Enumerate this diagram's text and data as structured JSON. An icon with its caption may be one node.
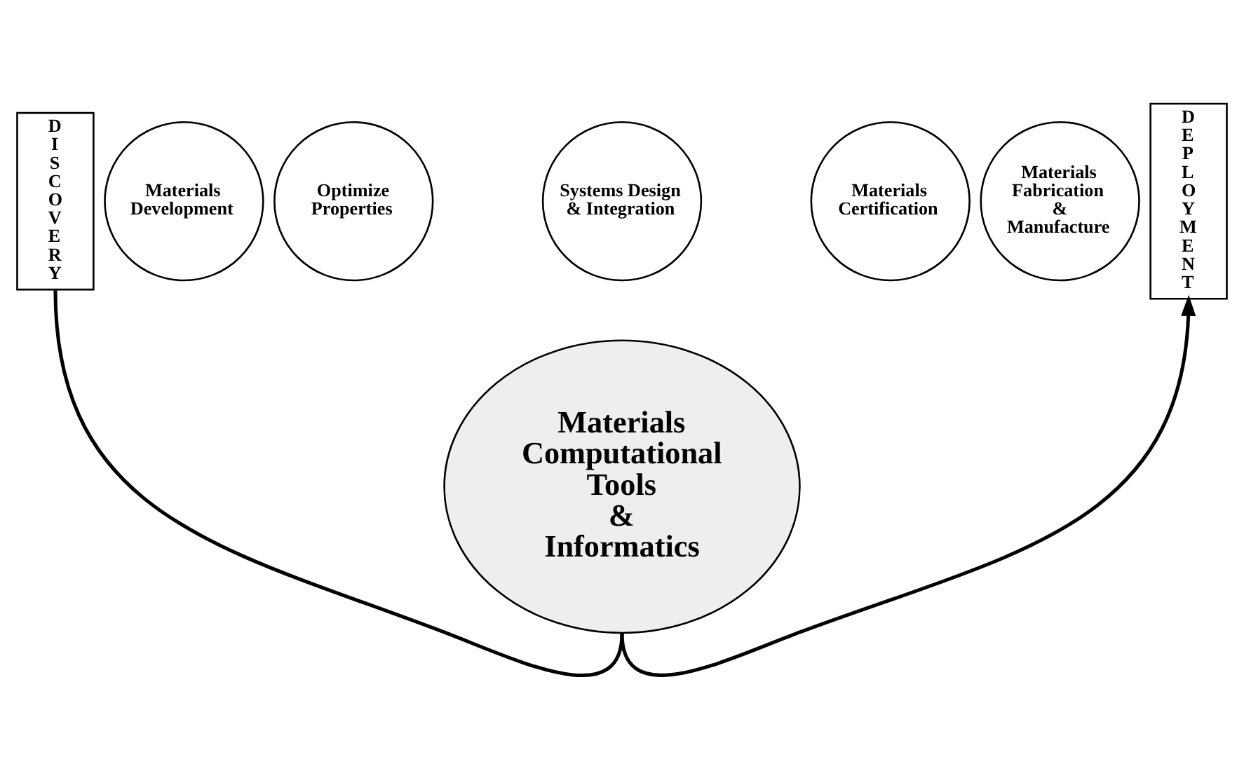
{
  "diagram": {
    "nodes": [
      {
        "text": [
          "DISCOVERY"
        ]
      },
      {
        "text": [
          "Materials Development"
        ]
      },
      {
        "text": [
          "Optimize Properties"
        ]
      },
      {
        "text": [
          "Systems Design & Integration"
        ]
      },
      {
        "text": [
          "Materials Certification"
        ]
      },
      {
        "text": [
          "Materials Fabrication & Manufacture"
        ]
      },
      {
        "text": [
          "DEPLOYMENT"
        ]
      },
      {
        "text": [
          "Materials Computational Tools & Informatics"
        ]
      }
    ],
    "edges": [
      {
        "from": 0,
        "to": 7,
        "arrow": "none"
      },
      {
        "from": 7,
        "to": 6,
        "arrow": "to"
      }
    ]
  }
}
